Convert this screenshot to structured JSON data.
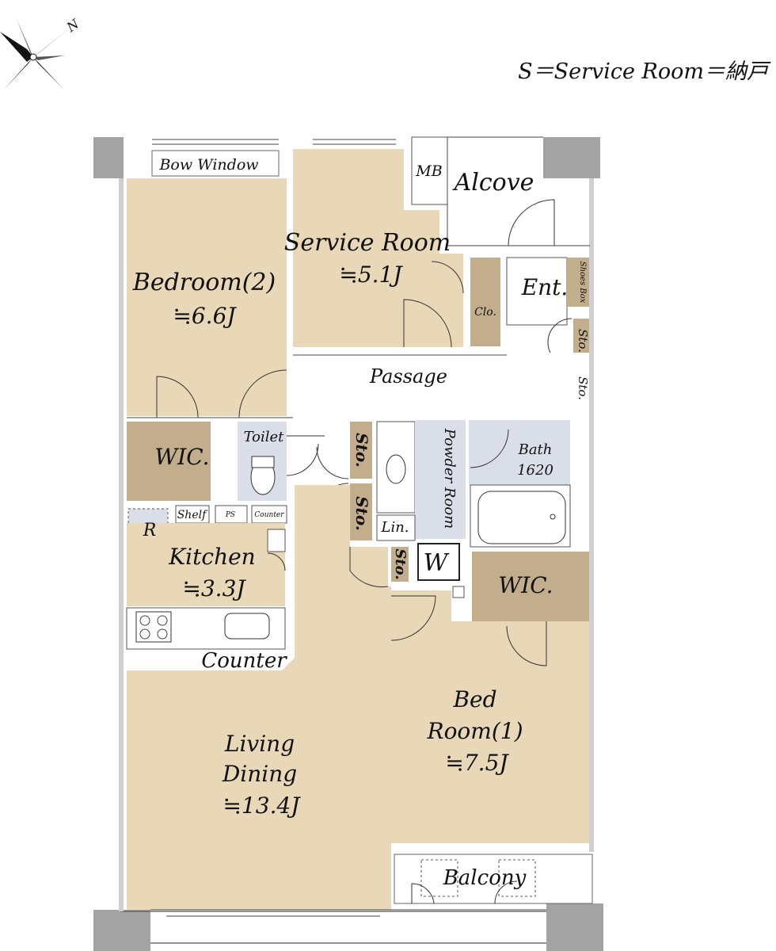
{
  "legend": "S＝Service Room＝納戸",
  "compass": {
    "north_label": "N"
  },
  "rooms": {
    "bow_window": "Bow Window",
    "mb": "MB",
    "alcove": "Alcove",
    "service_room": {
      "name": "Service Room",
      "size": "≒5.1J"
    },
    "bedroom2": {
      "name": "Bedroom(2)",
      "size": "≒6.6J"
    },
    "entrance": "Ent.",
    "shoes_box": "Shoes Box",
    "closet": "Clo.",
    "storage": "Sto.",
    "passage": "Passage",
    "wic": "WIC.",
    "toilet": "Toilet",
    "powder_room": "Powder Room",
    "bath": {
      "name": "Bath",
      "size": "1620"
    },
    "shelf": "Shelf",
    "ps": "PS",
    "counter_small": "Counter",
    "refrigerator": "R",
    "linen": "Lin.",
    "washer": "W",
    "kitchen": {
      "name": "Kitchen",
      "size": "≒3.3J"
    },
    "counter": "Counter",
    "living": {
      "name1": "Living",
      "name2": "Dining",
      "size": "≒13.4J"
    },
    "bedroom1": {
      "name1": "Bed",
      "name2": "Room(1)",
      "size": "≒7.5J"
    },
    "balcony": "Balcony"
  },
  "colors": {
    "room_tan": "#e9d8b7",
    "wet_area_blue": "#d9dee9",
    "wic_brown": "#c2ad8c",
    "wall_gray": "#a3a3a3"
  }
}
